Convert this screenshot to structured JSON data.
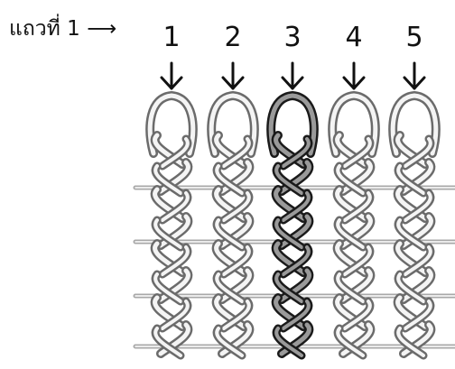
{
  "row_label": {
    "text": "แถวที่ 1",
    "arrow": "⟶"
  },
  "columns": [
    {
      "number": "1"
    },
    {
      "number": "2"
    },
    {
      "number": "3",
      "highlighted": true
    },
    {
      "number": "4"
    },
    {
      "number": "5"
    }
  ],
  "colors": {
    "ink": "#111111",
    "stitch_outline": "#6b6b6b",
    "stitch_fill": "#f4f4f4",
    "highlight_outline": "#1a1a1a",
    "highlight_fill": "#9a9a9a",
    "crossbar": "#a8a8a8"
  }
}
